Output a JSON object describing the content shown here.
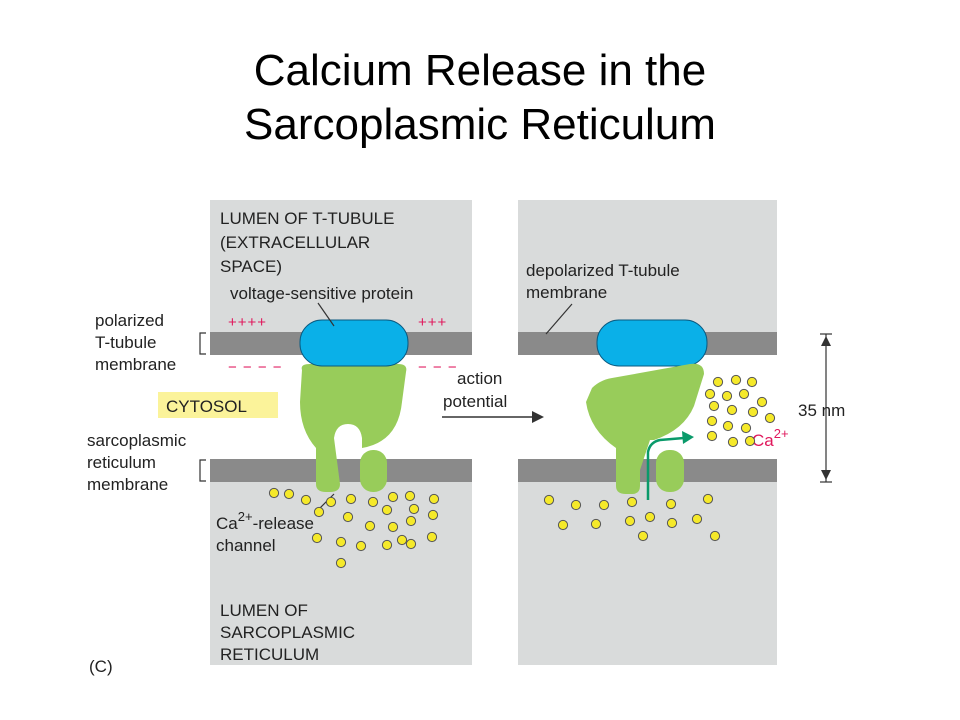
{
  "title": {
    "line1": "Calcium Release in the",
    "line2": "Sarcoplasmic Reticulum"
  },
  "labels": {
    "lumen_t_tubule": [
      "LUMEN OF T-TUBULE",
      "(EXTRACELLULAR",
      "SPACE)"
    ],
    "voltage_sensitive_protein": "voltage-sensitive protein",
    "polarized_membrane": [
      "polarized",
      "T-tubule",
      "membrane"
    ],
    "cytosol": "CYTOSOL",
    "sarcoplasmic_membrane": [
      "sarcoplasmic",
      "reticulum",
      "membrane"
    ],
    "release_channel_base": "Ca",
    "release_channel_sup": "2+",
    "release_channel_rest": "-release",
    "release_channel_line2": "channel",
    "lumen_sr": [
      "LUMEN OF",
      "SARCOPLASMIC",
      "RETICULUM"
    ],
    "panel_letter": "(C)",
    "action_potential": [
      "action",
      "potential"
    ],
    "depolarized_membrane": [
      "depolarized T-tubule",
      "membrane"
    ],
    "distance": "35 nm",
    "calcium_base": "Ca",
    "calcium_sup": "2+"
  },
  "charges": {
    "left_plus": "++++",
    "right_plus": "+++",
    "left_minus": "− − − −",
    "right_minus": "− − −"
  },
  "colors": {
    "panel_bg": "#d9dbdb",
    "membrane": "#8a8a8a",
    "voltage_protein": "#0ab0e8",
    "release_channel": "#98cc5a",
    "calcium_dot": "#f5e92a",
    "cytosol_highlight": "#fbf39a",
    "charge": "#e0185c",
    "flow_arrow": "#0a9a6a"
  }
}
